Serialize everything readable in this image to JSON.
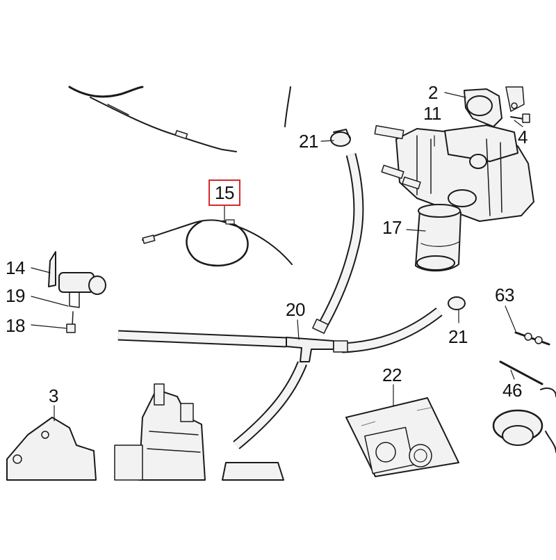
{
  "diagram": {
    "callouts": [
      {
        "id": "c2",
        "label": "2"
      },
      {
        "id": "c11",
        "label": "11"
      },
      {
        "id": "c4",
        "label": "4"
      },
      {
        "id": "c21a",
        "label": "21"
      },
      {
        "id": "c15",
        "label": "15",
        "highlighted": true
      },
      {
        "id": "c17",
        "label": "17"
      },
      {
        "id": "c14",
        "label": "14"
      },
      {
        "id": "c19",
        "label": "19"
      },
      {
        "id": "c18",
        "label": "18"
      },
      {
        "id": "c20",
        "label": "20"
      },
      {
        "id": "c63",
        "label": "63"
      },
      {
        "id": "c21b",
        "label": "21"
      },
      {
        "id": "c3",
        "label": "3"
      },
      {
        "id": "c22",
        "label": "22"
      },
      {
        "id": "c46",
        "label": "46"
      }
    ],
    "highlight_color": "#d9262b",
    "ink_color": "#1a1a1a"
  }
}
